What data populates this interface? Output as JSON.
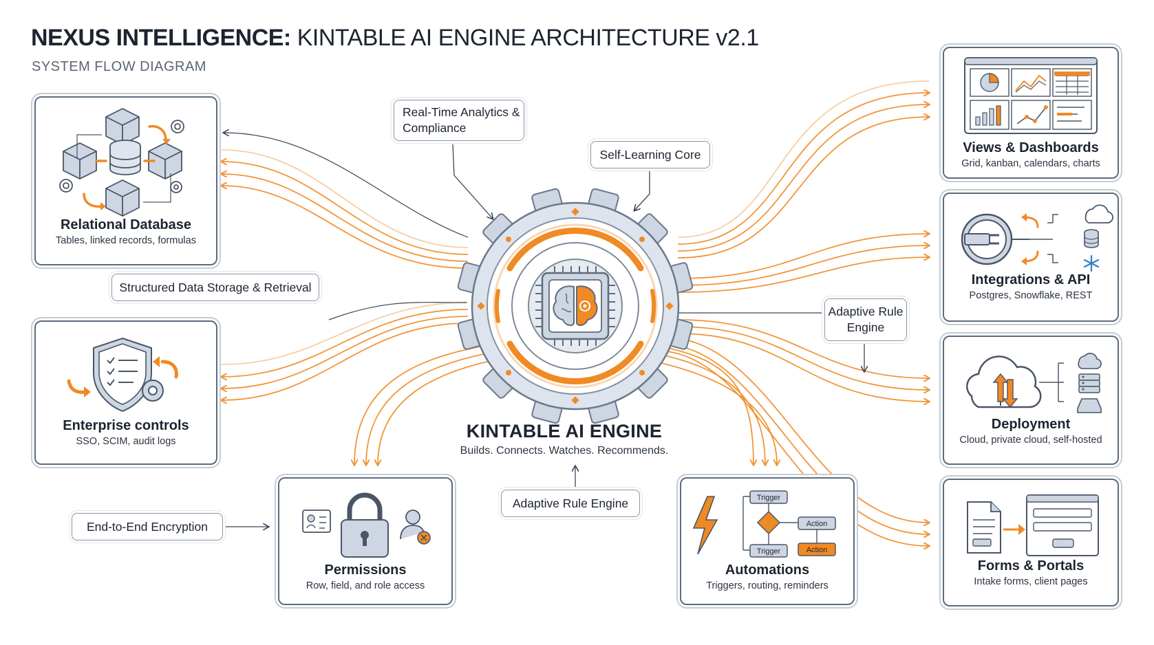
{
  "header": {
    "title_bold": "NEXUS INTELLIGENCE:",
    "title_rest": " KINTABLE AI ENGINE ARCHITECTURE v2.1",
    "subtitle": "SYSTEM FLOW DIAGRAM"
  },
  "engine": {
    "title": "KINTABLE AI ENGINE",
    "subtitle": "Builds. Connects. Watches. Recommends."
  },
  "callouts": {
    "analytics": "Real-Time Analytics & Compliance",
    "self_learning": "Self-Learning Core",
    "storage": "Structured Data Storage & Retrieval",
    "adaptive_right": "Adaptive Rule Engine",
    "adaptive_bottom": "Adaptive Rule Engine",
    "encryption": "End-to-End Encryption"
  },
  "cards": {
    "database": {
      "title": "Relational Database",
      "subtitle": "Tables, linked records, formulas"
    },
    "enterprise": {
      "title": "Enterprise controls",
      "subtitle": "SSO, SCIM, audit logs"
    },
    "permissions": {
      "title": "Permissions",
      "subtitle": "Row, field, and role access"
    },
    "automations": {
      "title": "Automations",
      "subtitle": "Triggers, routing, reminders",
      "trigger_label": "Trigger",
      "action_label": "Action"
    },
    "views": {
      "title": "Views & Dashboards",
      "subtitle": "Grid, kanban, calendars, charts"
    },
    "integrations": {
      "title": "Integrations & API",
      "subtitle": "Postgres, Snowflake, REST"
    },
    "deployment": {
      "title": "Deployment",
      "subtitle": "Cloud, private cloud, self-hosted"
    },
    "forms": {
      "title": "Forms & Portals",
      "subtitle": "Intake forms, client pages"
    }
  },
  "colors": {
    "accent": "#f08a24",
    "accent_light": "#f8c89a",
    "ink": "#1c2430",
    "slate": "#5d6b7c",
    "steel_fill": "#cdd6e2"
  }
}
